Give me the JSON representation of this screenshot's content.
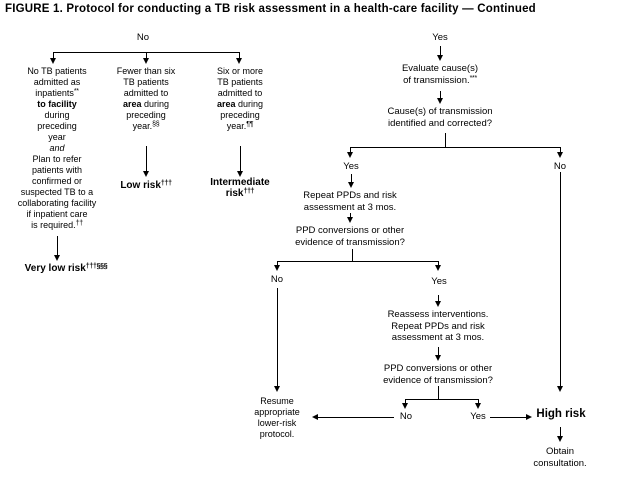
{
  "title": "FIGURE 1. Protocol for conducting a TB risk assessment in a health-care facility — Continued",
  "flow": {
    "labels": {
      "yes": "Yes",
      "no": "No"
    },
    "very_low": {
      "lines": [
        "No TB patients",
        "admitted as",
        "inpatients",
        "to facility",
        "during",
        "preceding",
        "year",
        "and",
        "Plan to refer",
        "patients with",
        "confirmed or",
        "suspected TB to a",
        "collaborating facility",
        "if inpatient care",
        "is required."
      ],
      "sup_inpatients": "**",
      "sup_required": "††",
      "outcome": "Very low risk",
      "outcome_sup": "†††§§§"
    },
    "low": {
      "lines": [
        "Fewer than six",
        "TB patients",
        "admitted to"
      ],
      "bold_word": "area",
      "after_bold": " during",
      "line5": "preceding",
      "line6": "year.",
      "line6_sup": "§§",
      "outcome": "Low risk",
      "outcome_sup": "†††"
    },
    "intermediate": {
      "lines": [
        "Six or more",
        "TB patients",
        "admitted to"
      ],
      "bold_word": "area",
      "after_bold": " during",
      "line5": "preceding",
      "line6": "year.",
      "line6_sup": "¶¶",
      "outcome_line1": "Intermediate",
      "outcome_line2": "risk",
      "outcome_sup": "†††"
    },
    "evaluate": {
      "line1": "Evaluate cause(s)",
      "line2": "of transmission.",
      "sup": "***"
    },
    "cause_question": {
      "lines": [
        "Cause(s) of transmission",
        "identified and corrected?"
      ]
    },
    "repeat_assessment": {
      "lines": [
        "Repeat PPDs and risk",
        "assessment at 3 mos."
      ]
    },
    "ppd_question": {
      "lines": [
        "PPD conversions or other",
        "evidence of transmission?"
      ]
    },
    "reassess": {
      "lines": [
        "Reassess interventions.",
        "Repeat PPDs and risk",
        "assessment at 3 mos."
      ]
    },
    "resume": {
      "lines": [
        "Resume",
        "appropriate",
        "lower-risk",
        "protocol."
      ]
    },
    "high_risk": "High risk",
    "obtain": {
      "lines": [
        "Obtain",
        "consultation."
      ]
    }
  }
}
